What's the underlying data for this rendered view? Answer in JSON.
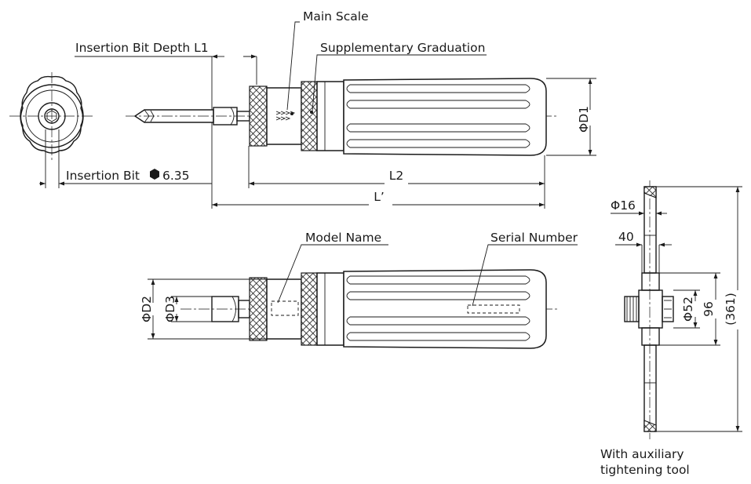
{
  "labels": {
    "main_scale": "Main Scale",
    "insertion_bit_depth": "Insertion Bit Depth L1",
    "supplementary_graduation": "Supplementary Graduation",
    "insertion_bit": "Insertion Bit",
    "insertion_bit_size": "6.35",
    "d1": "ΦD1",
    "l2": "L2",
    "l_prime": "L’",
    "model_name": "Model Name",
    "serial_number": "Serial Number",
    "d2": "ΦD2",
    "d3": "ΦD3",
    "phi16": "Φ16",
    "dim40": "40",
    "phi52": "Φ52",
    "dim96": "96",
    "dim361": "(361)",
    "aux_note_line1": "With auxiliary",
    "aux_note_line2": "tightening tool"
  },
  "icons": {
    "hex_symbol": "hexagon-icon"
  }
}
